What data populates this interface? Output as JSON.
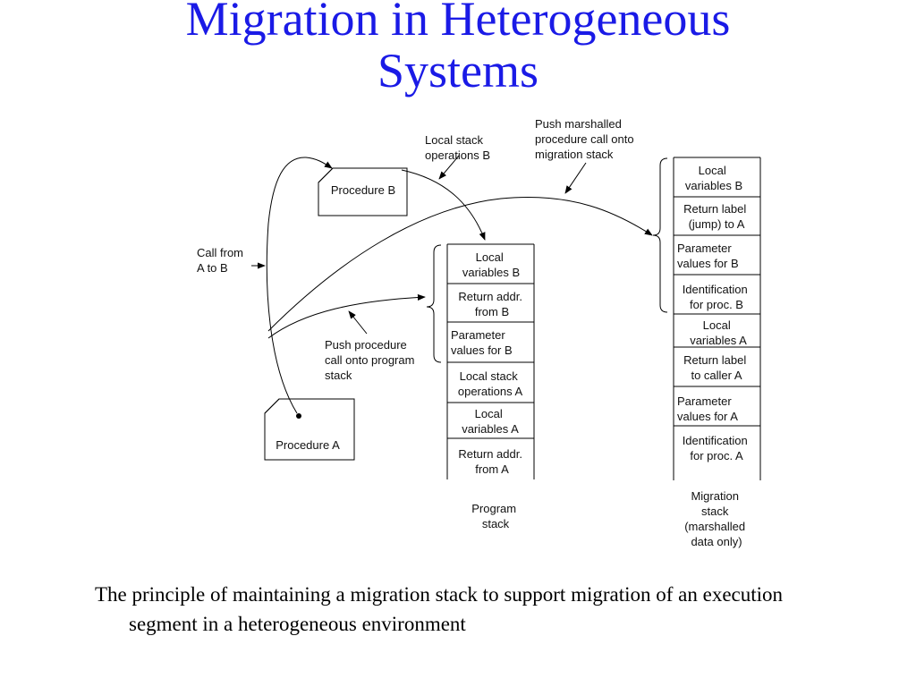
{
  "title": {
    "line1": "Migration in Heterogeneous",
    "line2": "Systems"
  },
  "procedures": {
    "b": "Procedure B",
    "a": "Procedure A"
  },
  "labels": {
    "local_stack_b": [
      "Local stack",
      "operations B"
    ],
    "push_marshalled": [
      "Push marshalled",
      "procedure call onto",
      "migration stack"
    ],
    "call_from": [
      "Call from",
      "A to B"
    ],
    "push_procedure": [
      "Push procedure",
      "call onto program",
      "stack"
    ],
    "program_stack": [
      "Program",
      "stack"
    ],
    "migration_stack": [
      "Migration",
      "stack",
      "(marshalled",
      "data only)"
    ]
  },
  "program_stack_cells": [
    [
      "Local",
      "variables B"
    ],
    [
      "Return addr.",
      "from B"
    ],
    [
      "Parameter",
      "values for B"
    ],
    [
      "Local stack",
      "operations A"
    ],
    [
      "Local",
      "variables A"
    ],
    [
      "Return addr.",
      "from A"
    ]
  ],
  "migration_stack_cells": [
    [
      "Local",
      "variables B"
    ],
    [
      "Return label",
      "(jump) to A"
    ],
    [
      "Parameter",
      "values for B"
    ],
    [
      "Identification",
      "for proc. B"
    ],
    [
      "Local",
      "variables A"
    ],
    [
      "Return label",
      "to caller A"
    ],
    [
      "Parameter",
      "values for A"
    ],
    [
      "Identification",
      "for proc. A"
    ]
  ],
  "caption": "The principle of maintaining a migration stack to support migration of an execution segment in a heterogeneous environment"
}
